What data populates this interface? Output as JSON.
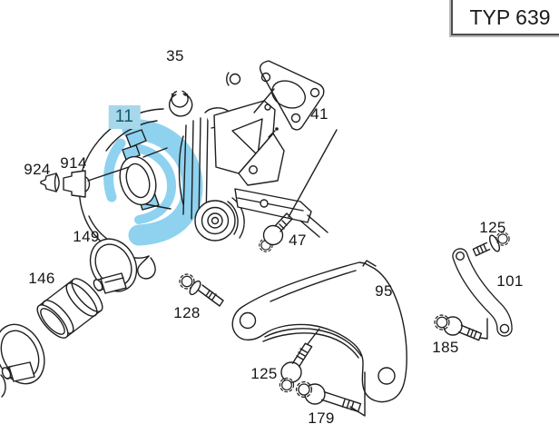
{
  "type_plate": {
    "text": "TYP 639"
  },
  "colors": {
    "line": "#1f1f1f",
    "highlight": "#8ed2f0",
    "selected_label_bg": "#a7d7ea",
    "selected_label_text": "#14566e"
  },
  "parts": {
    "p11": {
      "label": "11",
      "selected": true,
      "name": "turbocharger"
    },
    "p35": {
      "label": "35",
      "name": "snap-ring"
    },
    "p41": {
      "label": "41",
      "name": "exhaust-gasket"
    },
    "p47": {
      "label": "47",
      "name": "flange-bolt"
    },
    "p95": {
      "label": "95",
      "name": "support-bracket"
    },
    "p101": {
      "label": "101",
      "name": "stay-strut"
    },
    "p125_bracket_bolt": {
      "label": "125",
      "name": "bracket-bolt"
    },
    "p125_strut_bolt": {
      "label": "125",
      "name": "strut-bolt"
    },
    "p128": {
      "label": "128",
      "name": "hex-bolt"
    },
    "p146": {
      "label": "146",
      "name": "charge-air-hose"
    },
    "p149": {
      "label": "149",
      "name": "hose-clamp"
    },
    "p179": {
      "label": "179",
      "name": "bracket-lower-bolt"
    },
    "p185": {
      "label": "185",
      "name": "strut-lower-bolt"
    },
    "p914": {
      "label": "914",
      "name": "plug-connector"
    },
    "p924": {
      "label": "924",
      "name": "sensor-grommet"
    }
  }
}
